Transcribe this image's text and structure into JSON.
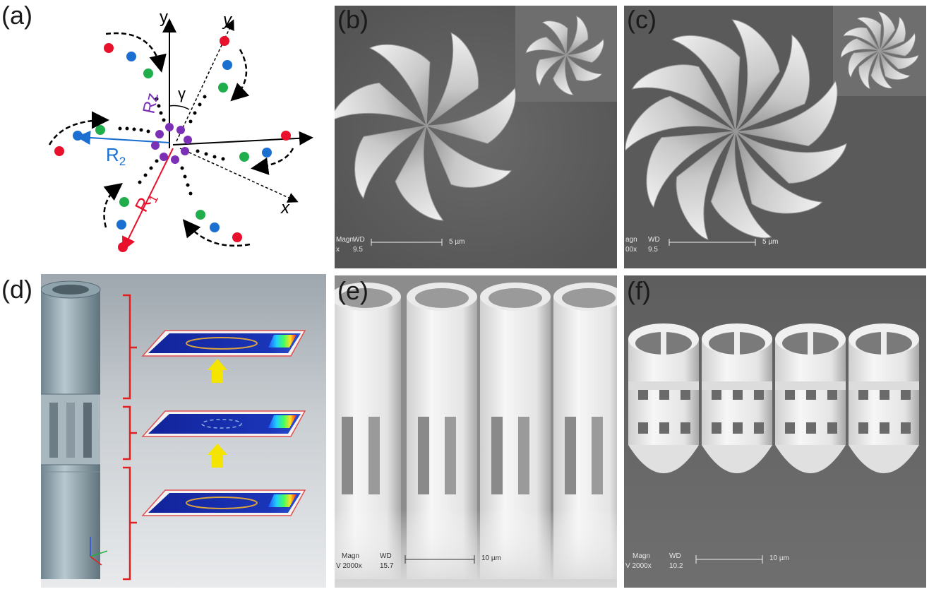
{
  "figure": {
    "panels": [
      {
        "id": "a",
        "label": "(a)"
      },
      {
        "id": "b",
        "label": "(b)"
      },
      {
        "id": "c",
        "label": "(c)"
      },
      {
        "id": "d",
        "label": "(d)"
      },
      {
        "id": "e",
        "label": "(e)"
      },
      {
        "id": "f",
        "label": "(f)"
      }
    ]
  },
  "panel_a": {
    "axis_y": "y",
    "axis_y_prime": "y",
    "axis_x_prime": "x",
    "gamma": "γ",
    "rz": "Rz",
    "r2": "R",
    "r2_sub": "2",
    "r1": "R",
    "r1_sub": "1",
    "colors": {
      "red": "#e8102a",
      "blue": "#1a6fd0",
      "green": "#1fae4b",
      "purple": "#7b2fb5",
      "cyan": "#2b8fd8",
      "lightred": "#ff2b2b"
    }
  },
  "panel_b": {
    "magn": "Magn",
    "wd": "WD",
    "mag_value": "x",
    "wd_value": "9.5",
    "scale": "5 µm"
  },
  "panel_c": {
    "magn": "agn",
    "wd": "WD",
    "mag_value": "00x",
    "wd_value": "9.5",
    "scale": "5 µm"
  },
  "panel_e": {
    "magn": "Magn",
    "wd": "WD",
    "mag_value": "V 2000x",
    "wd_value": "15.7",
    "scale": "10 µm"
  },
  "panel_f": {
    "magn": "Magn",
    "wd": "WD",
    "mag_value": "V 2000x",
    "wd_value": "10.2",
    "scale": "10 µm"
  }
}
